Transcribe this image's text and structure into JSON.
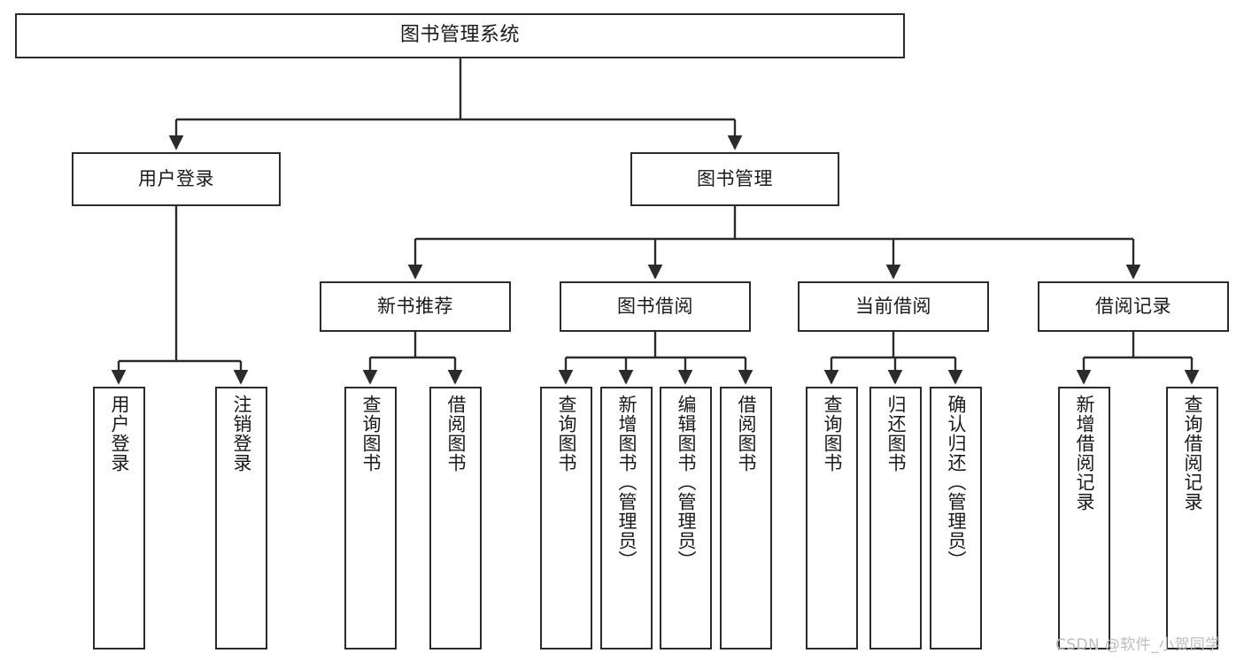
{
  "diagram": {
    "title": "图书管理系统",
    "type": "tree-hierarchy",
    "colors": {
      "node_border": "#2b2b2b",
      "node_fill": "#ffffff",
      "edge": "#2b2b2b",
      "text": "#1a1a1a",
      "watermark": "#bdbdbd",
      "background": "#ffffff"
    }
  },
  "nodes": {
    "root": {
      "label": "图书管理系统",
      "level": 1
    },
    "level2": [
      {
        "id": "user-login",
        "label": "用户登录"
      },
      {
        "id": "book-management",
        "label": "图书管理"
      }
    ],
    "level3": [
      {
        "id": "new-book-recommend",
        "label": "新书推荐"
      },
      {
        "id": "book-borrow",
        "label": "图书借阅"
      },
      {
        "id": "current-borrow",
        "label": "当前借阅"
      },
      {
        "id": "borrow-record",
        "label": "借阅记录"
      }
    ],
    "leaves": {
      "user_login": [
        {
          "id": "leaf-user-login",
          "label": "用户登录"
        },
        {
          "id": "leaf-logout-login",
          "label": "注销登录"
        }
      ],
      "new_book_recommend": [
        {
          "id": "leaf-query-book-1",
          "label": "查询图书"
        },
        {
          "id": "leaf-borrow-book-1",
          "label": "借阅图书"
        }
      ],
      "book_borrow": [
        {
          "id": "leaf-query-book-2",
          "label": "查询图书"
        },
        {
          "id": "leaf-add-book",
          "label": "新增图书（管理员）"
        },
        {
          "id": "leaf-edit-book",
          "label": "编辑图书（管理员）"
        },
        {
          "id": "leaf-borrow-book-2",
          "label": "借阅图书"
        }
      ],
      "current_borrow": [
        {
          "id": "leaf-query-book-3",
          "label": "查询图书"
        },
        {
          "id": "leaf-return-book",
          "label": "归还图书"
        },
        {
          "id": "leaf-confirm-return",
          "label": "确认归还（管理员）"
        }
      ],
      "borrow_record": [
        {
          "id": "leaf-add-record",
          "label": "新增借阅记录"
        },
        {
          "id": "leaf-query-record",
          "label": "查询借阅记录"
        }
      ]
    }
  },
  "watermark": {
    "text": "CSDN @软件_小贺同学"
  }
}
